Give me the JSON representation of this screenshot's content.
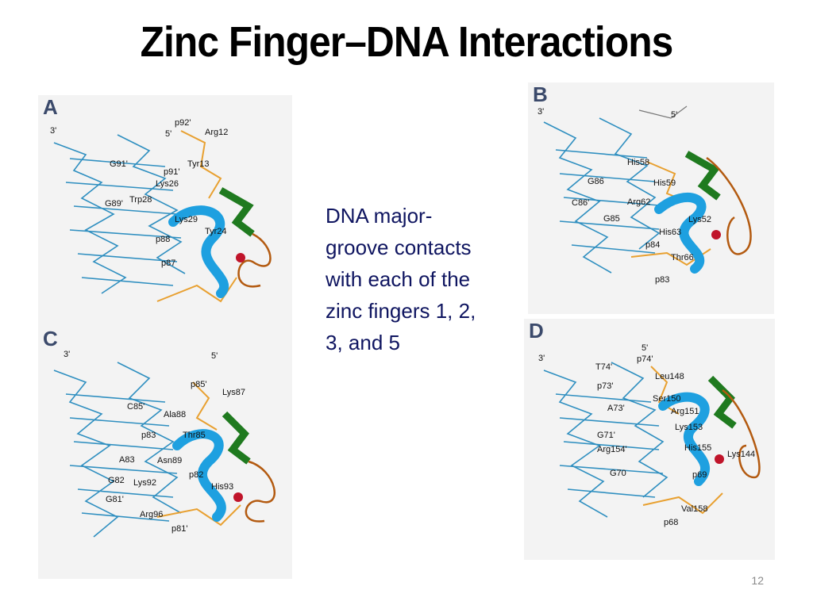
{
  "title": "Zinc Finger–DNA Interactions",
  "caption": "DNA major-groove contacts with each of the zinc fingers 1, 2, 3, and 5",
  "page_number": "12",
  "panels": {
    "a": {
      "letter": "A",
      "labels": [
        "3'",
        "5'",
        "p92'",
        "Arg12",
        "G91'",
        "p91'",
        "Tyr13",
        "Lys26",
        "Trp28",
        "G89'",
        "Lys29",
        "Tyr24",
        "p88",
        "p87"
      ]
    },
    "b": {
      "letter": "B",
      "labels": [
        "3'",
        "5'",
        "His58",
        "G86",
        "His59",
        "C86'",
        "Arg62",
        "G85",
        "Lys52",
        "His63",
        "p84",
        "Thr66",
        "p83"
      ]
    },
    "c": {
      "letter": "C",
      "labels": [
        "3'",
        "5'",
        "p85'",
        "Lys87",
        "C85'",
        "Ala88",
        "p83",
        "Thr85",
        "A83",
        "Asn89",
        "G82",
        "Lys92",
        "p82",
        "His93",
        "G81'",
        "Arg96",
        "p81'"
      ]
    },
    "d": {
      "letter": "D",
      "labels": [
        "3'",
        "5'",
        "p74'",
        "T74'",
        "Leu148",
        "p73'",
        "Ser150",
        "A73'",
        "Arg151",
        "Lys153",
        "G71'",
        "His155",
        "Arg154'",
        "Lys144",
        "G70",
        "p69",
        "Val158",
        "p68"
      ]
    }
  }
}
